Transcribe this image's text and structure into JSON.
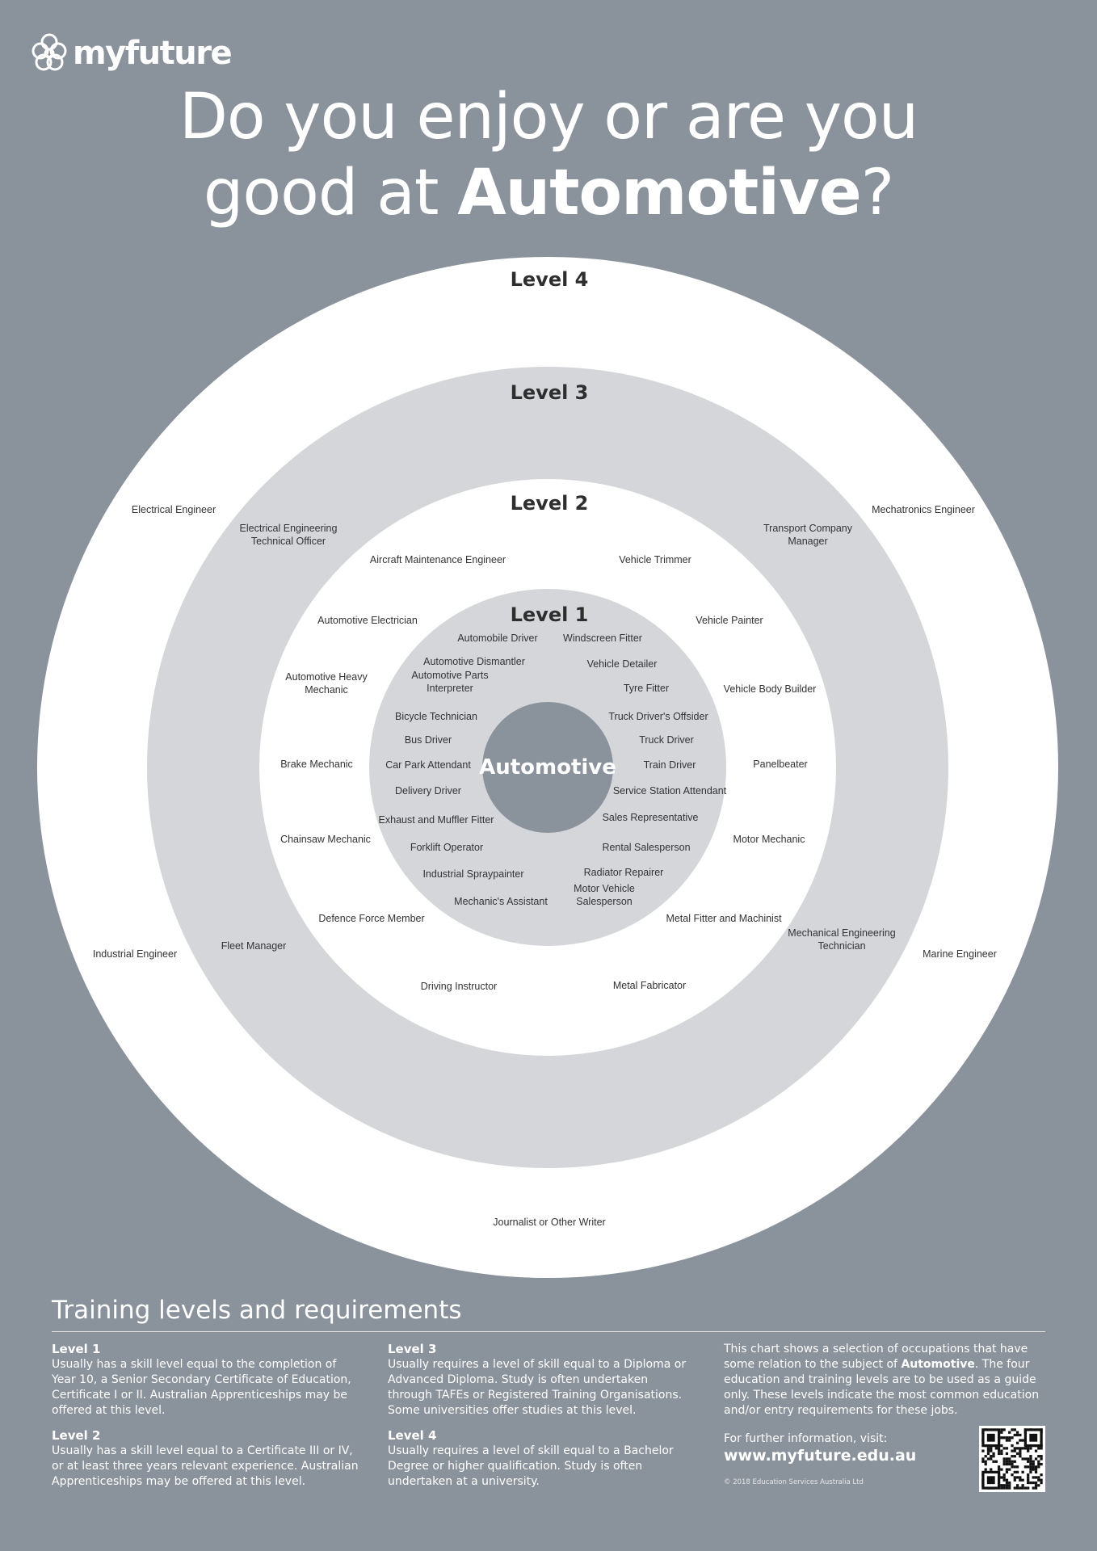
{
  "brand": {
    "name": "myfuture"
  },
  "headline": {
    "line1": "Do you enjoy or are you",
    "line2_prefix": "good at ",
    "line2_subject": "Automotive",
    "line2_suffix": "?"
  },
  "levels": [
    "Level 4",
    "Level 3",
    "Level 2",
    "Level 1"
  ],
  "center": "Automotive",
  "occupations": {
    "level1": [
      {
        "lines": [
          "Automobile Driver"
        ]
      },
      {
        "lines": [
          "Windscreen Fitter"
        ]
      },
      {
        "lines": [
          "Automotive Dismantler"
        ]
      },
      {
        "lines": [
          "Vehicle Detailer"
        ]
      },
      {
        "lines": [
          "Automotive Parts",
          "Interpreter"
        ]
      },
      {
        "lines": [
          "Tyre Fitter"
        ]
      },
      {
        "lines": [
          "Bicycle Technician"
        ]
      },
      {
        "lines": [
          "Truck Driver's Offsider"
        ]
      },
      {
        "lines": [
          "Bus Driver"
        ]
      },
      {
        "lines": [
          "Truck Driver"
        ]
      },
      {
        "lines": [
          "Car Park Attendant"
        ]
      },
      {
        "lines": [
          "Train Driver"
        ]
      },
      {
        "lines": [
          "Delivery Driver"
        ]
      },
      {
        "lines": [
          "Service Station Attendant"
        ]
      },
      {
        "lines": [
          "Exhaust and Muffler Fitter"
        ]
      },
      {
        "lines": [
          "Sales Representative"
        ]
      },
      {
        "lines": [
          "Forklift Operator"
        ]
      },
      {
        "lines": [
          "Rental Salesperson"
        ]
      },
      {
        "lines": [
          "Industrial Spraypainter"
        ]
      },
      {
        "lines": [
          "Radiator Repairer"
        ]
      },
      {
        "lines": [
          "Mechanic's Assistant"
        ]
      },
      {
        "lines": [
          "Motor Vehicle",
          "Salesperson"
        ]
      }
    ],
    "level2": [
      {
        "lines": [
          "Aircraft Maintenance Engineer"
        ]
      },
      {
        "lines": [
          "Vehicle Trimmer"
        ]
      },
      {
        "lines": [
          "Automotive Electrician"
        ]
      },
      {
        "lines": [
          "Vehicle Painter"
        ]
      },
      {
        "lines": [
          "Automotive Heavy",
          "Mechanic"
        ]
      },
      {
        "lines": [
          "Vehicle Body Builder"
        ]
      },
      {
        "lines": [
          "Brake Mechanic"
        ]
      },
      {
        "lines": [
          "Panelbeater"
        ]
      },
      {
        "lines": [
          "Chainsaw Mechanic"
        ]
      },
      {
        "lines": [
          "Motor Mechanic"
        ]
      },
      {
        "lines": [
          "Defence Force Member"
        ]
      },
      {
        "lines": [
          "Metal Fitter and Machinist"
        ]
      },
      {
        "lines": [
          "Driving Instructor"
        ]
      },
      {
        "lines": [
          "Metal Fabricator"
        ]
      }
    ],
    "level3": [
      {
        "lines": [
          "Electrical Engineering",
          "Technical Officer"
        ]
      },
      {
        "lines": [
          "Transport Company",
          "Manager"
        ]
      },
      {
        "lines": [
          "Fleet Manager"
        ]
      },
      {
        "lines": [
          "Mechanical Engineering",
          "Technician"
        ]
      }
    ],
    "level4": [
      {
        "lines": [
          "Electrical Engineer"
        ]
      },
      {
        "lines": [
          "Mechatronics Engineer"
        ]
      },
      {
        "lines": [
          "Industrial Engineer"
        ]
      },
      {
        "lines": [
          "Marine Engineer"
        ]
      },
      {
        "lines": [
          "Journalist or Other Writer"
        ]
      }
    ]
  },
  "footer": {
    "title": "Training levels and requirements",
    "level1_heading": "Level 1",
    "level1_text": "Usually has a skill level equal to the completion of Year 10, a Senior Secondary Certificate of Education, Certificate I or II. Australian Apprenticeships may be offered at this level.",
    "level2_heading": "Level 2",
    "level2_text": "Usually has a skill level equal to a Certificate III or IV, or at least three years relevant experience. Australian Apprenticeships may be offered at this level.",
    "level3_heading": "Level 3",
    "level3_text": "Usually requires a level of skill equal to a Diploma or Advanced Diploma. Study is often undertaken through TAFEs or Registered Training Organisations. Some universities offer studies at this level.",
    "level4_heading": "Level 4",
    "level4_text": "Usually requires a level of skill equal to a Bachelor Degree or higher qualification. Study is often undertaken at a university.",
    "note_prefix": "This chart shows a selection of occupations that have some relation to the subject of ",
    "note_subject": "Automotive",
    "note_suffix": ". The four education and training levels are to be used as a guide only. These levels indicate the most common education and/or entry requirements for these jobs.",
    "further_info": "For further information, visit:",
    "url": "www.myfuture.edu.au",
    "copyright": "© 2018 Education Services Australia Ltd"
  },
  "colors": {
    "background": "#8a929c",
    "ring_white": "#ffffff",
    "ring_grey": "#d4d6da",
    "center": "#8a929c"
  }
}
